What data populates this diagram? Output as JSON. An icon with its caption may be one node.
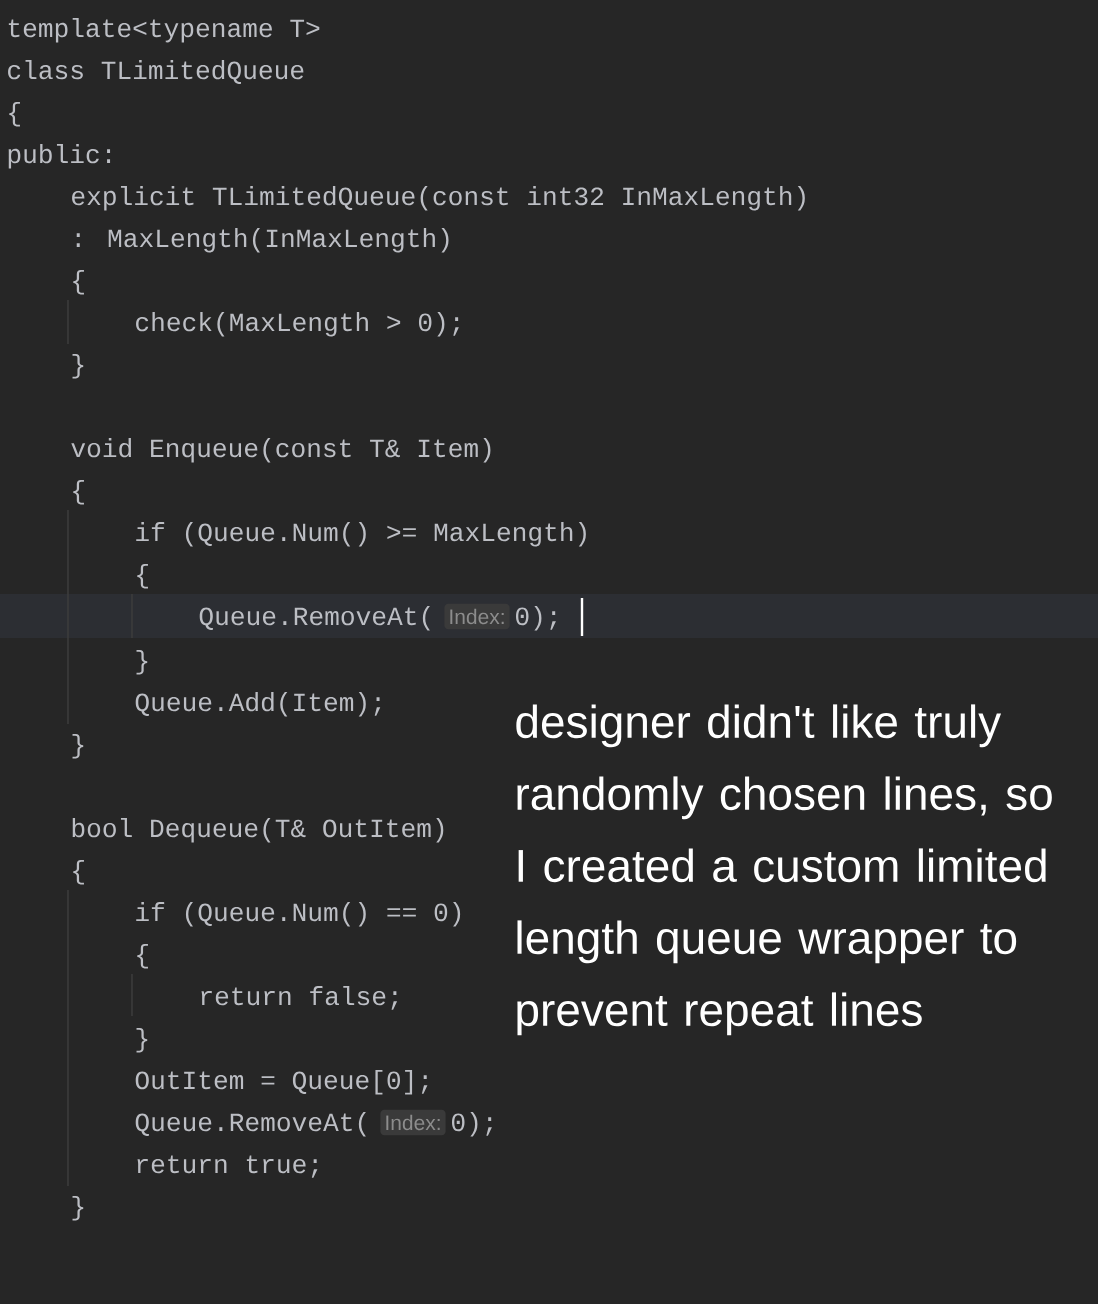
{
  "diagram": {
    "labels": [
      "template<typename T>",
      "class TLimitedQueue",
      "{",
      "public:",
      "explicit TLimitedQueue(const int32 InMaxLength)",
      ": MaxLength(InMaxLength)",
      "{",
      "check(MaxLength > 0);",
      "}",
      "void Enqueue(const T& Item)",
      "{",
      "if (Queue.Num() >= MaxLength)",
      "{",
      "Queue.RemoveAt(",
      "Index:",
      "0);",
      "}",
      "Queue.Add(Item);",
      "}",
      "bool Dequeue(T& OutItem)",
      "{",
      "if (Queue.Num() == 0)",
      "{",
      "return false;",
      "}",
      "OutItem = Queue[0];",
      "Queue.RemoveAt(",
      "Index:",
      "0);",
      "return true;",
      "}",
      "designer didn't like truly randomly chosen lines, so I created a custom limited length queue wrapper to prevent repeat lines"
    ]
  }
}
